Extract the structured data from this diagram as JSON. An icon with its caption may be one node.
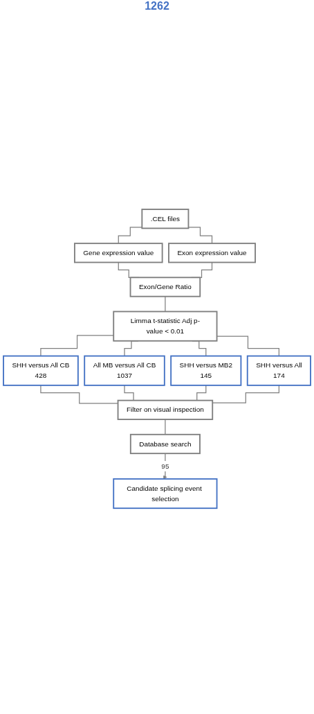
{
  "diagram": {
    "nodes": [
      {
        "text": [
          ".CEL files"
        ]
      },
      {
        "text": [
          "Gene expression value"
        ]
      },
      {
        "text": [
          "Exon expression value"
        ]
      },
      {
        "text": [
          "Exon/Gene Ratio"
        ]
      },
      {
        "text": [
          "Limma t-statistic Adj p-value < 0.01"
        ]
      },
      {
        "text": [
          "SHH versus All CB",
          "428"
        ]
      },
      {
        "text": [
          "All MB versus All CB",
          "1037"
        ]
      },
      {
        "text": [
          "SHH versus MB2",
          "145"
        ]
      },
      {
        "text": [
          "SHH versus All",
          "174"
        ]
      },
      {
        "text": [
          "Filter on visual inspection"
        ]
      },
      {
        "text": [
          "Database search"
        ]
      },
      {
        "text": [
          "Candidate splicing event selection"
        ]
      }
    ],
    "edges": [
      {
        "from": 0,
        "to": 1,
        "arrow": "none"
      },
      {
        "from": 0,
        "to": 2,
        "arrow": "none"
      },
      {
        "from": 1,
        "to": 3,
        "arrow": "none"
      },
      {
        "from": 2,
        "to": 3,
        "arrow": "none"
      },
      {
        "from": 3,
        "to": 4,
        "arrow": "none"
      },
      {
        "from": 4,
        "to": 5,
        "arrow": "none"
      },
      {
        "from": 4,
        "to": 6,
        "arrow": "none"
      },
      {
        "from": 4,
        "to": 7,
        "arrow": "none"
      },
      {
        "from": 4,
        "to": 8,
        "arrow": "none"
      },
      {
        "from": 5,
        "to": 9,
        "arrow": "none"
      },
      {
        "from": 6,
        "to": 9,
        "arrow": "none"
      },
      {
        "from": 7,
        "to": 9,
        "arrow": "none"
      },
      {
        "from": 8,
        "to": 9,
        "arrow": "none"
      },
      {
        "from": 9,
        "to": 10,
        "arrow": "none"
      },
      {
        "from": 10,
        "to": 11,
        "label": "95",
        "arrow": "to"
      }
    ],
    "labels": [
      "1262"
    ]
  }
}
